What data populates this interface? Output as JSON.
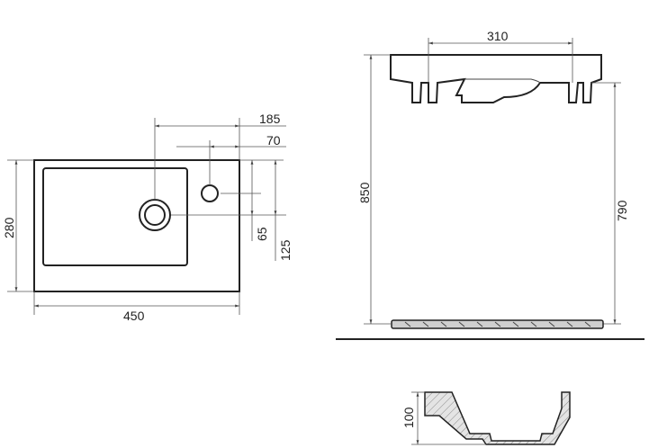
{
  "dimensions": {
    "top_width": "450",
    "top_depth": "280",
    "tap_offset_185": "185",
    "tap_offset_70": "70",
    "drain_offset_65": "65",
    "drain_offset_125": "125",
    "side_width_310": "310",
    "install_height_850": "850",
    "install_height_790": "790",
    "section_height_100": "100"
  }
}
